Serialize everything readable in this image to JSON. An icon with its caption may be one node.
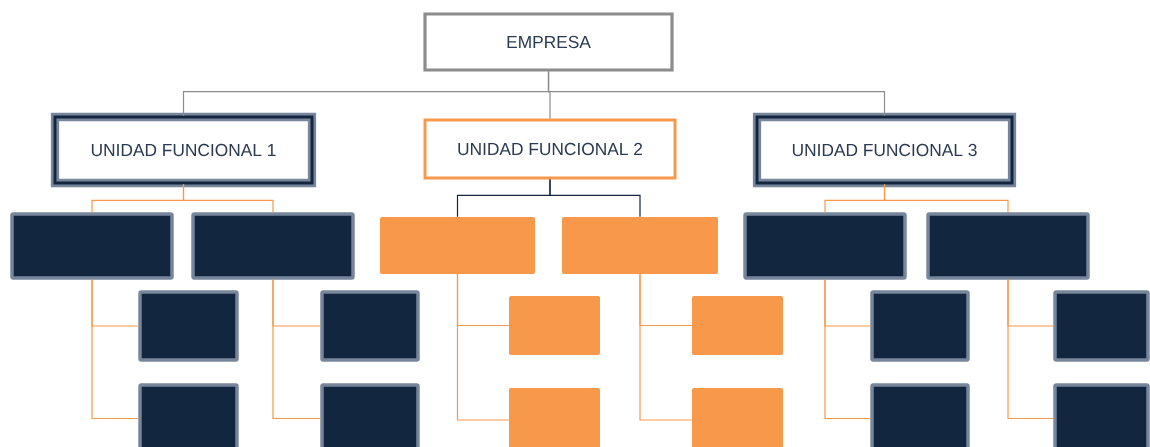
{
  "diagram": {
    "nodes": [
      {
        "text": [
          "EMPRESA"
        ]
      },
      {
        "text": [
          "UNIDAD FUNCIONAL 1"
        ]
      },
      {
        "text": [
          "UNIDAD FUNCIONAL 2"
        ]
      },
      {
        "text": [
          "UNIDAD FUNCIONAL 3"
        ]
      },
      {
        "text": [],
        "shape": "box"
      },
      {
        "text": [],
        "shape": "box"
      },
      {
        "text": [],
        "shape": "box"
      },
      {
        "text": [],
        "shape": "box"
      },
      {
        "text": [],
        "shape": "box"
      },
      {
        "text": [],
        "shape": "box"
      },
      {
        "text": [],
        "shape": "box"
      },
      {
        "text": [],
        "shape": "box"
      },
      {
        "text": [],
        "shape": "box"
      },
      {
        "text": [],
        "shape": "box"
      },
      {
        "text": [],
        "shape": "box"
      },
      {
        "text": [],
        "shape": "box"
      },
      {
        "text": [],
        "shape": "box"
      },
      {
        "text": [],
        "shape": "box"
      },
      {
        "text": [],
        "shape": "box"
      },
      {
        "text": [],
        "shape": "box"
      },
      {
        "text": [],
        "shape": "box"
      },
      {
        "text": [],
        "shape": "box"
      }
    ],
    "edges": [
      {
        "from": 0,
        "to": 1,
        "arrow": "none",
        "color": "#8c8c8c"
      },
      {
        "from": 0,
        "to": 2,
        "arrow": "none",
        "color": "#8c8c8c"
      },
      {
        "from": 0,
        "to": 3,
        "arrow": "none",
        "color": "#8c8c8c"
      },
      {
        "from": 1,
        "to": 4,
        "arrow": "none"
      },
      {
        "from": 1,
        "to": 5,
        "arrow": "none"
      },
      {
        "from": 2,
        "to": 6,
        "arrow": "none",
        "color": "#132640"
      },
      {
        "from": 2,
        "to": 7,
        "arrow": "none",
        "color": "#132640"
      },
      {
        "from": 3,
        "to": 8,
        "arrow": "none"
      },
      {
        "from": 3,
        "to": 9,
        "arrow": "none"
      },
      {
        "from": 4,
        "to": 10,
        "arrow": "none"
      },
      {
        "from": 4,
        "to": 16,
        "arrow": "none"
      },
      {
        "from": 5,
        "to": 11,
        "arrow": "none"
      },
      {
        "from": 5,
        "to": 17,
        "arrow": "none"
      },
      {
        "from": 6,
        "to": 12,
        "arrow": "none"
      },
      {
        "from": 6,
        "to": 18,
        "arrow": "none"
      },
      {
        "from": 7,
        "to": 13,
        "arrow": "none"
      },
      {
        "from": 7,
        "to": 19,
        "arrow": "none"
      },
      {
        "from": 8,
        "to": 14,
        "arrow": "none"
      },
      {
        "from": 8,
        "to": 20,
        "arrow": "none"
      },
      {
        "from": 9,
        "to": 15,
        "arrow": "none"
      },
      {
        "from": 9,
        "to": 21,
        "arrow": "none"
      }
    ]
  }
}
